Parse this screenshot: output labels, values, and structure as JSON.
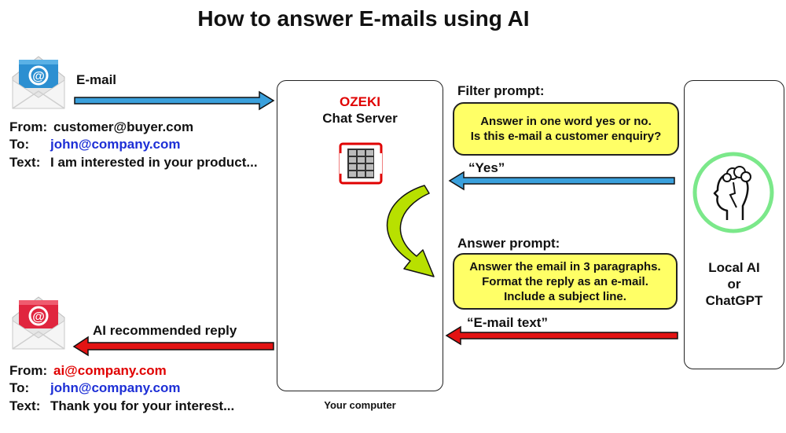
{
  "title": "How to answer E-mails using AI",
  "incoming": {
    "icon": "email-envelope-blue-icon",
    "label": "E-mail",
    "from_label": "From:",
    "from_value": "customer@buyer.com",
    "to_label": "To:",
    "to_value": "john@company.com",
    "text_label": "Text:",
    "text_value": "I am interested in your product..."
  },
  "outgoing": {
    "icon": "email-envelope-red-icon",
    "label": "AI recommended reply",
    "from_label": "From:",
    "from_value": "ai@company.com",
    "to_label": "To:",
    "to_value": "john@company.com",
    "text_label": "Text:",
    "text_value": "Thank you for your interest..."
  },
  "server": {
    "brand": "OZEKI",
    "name": "Chat Server",
    "caption": "Your computer",
    "icon": "phone-keypad-icon"
  },
  "filter": {
    "header": "Filter prompt:",
    "lines": [
      "Answer in one word yes or no.",
      "Is this e-mail a customer enquiry?"
    ],
    "response": "“Yes”"
  },
  "answer": {
    "header": "Answer prompt:",
    "lines": [
      "Answer the email in 3 paragraphs.",
      "Format the reply as an e-mail.",
      "Include a subject line."
    ],
    "response": "“E-mail text”"
  },
  "ai": {
    "icon": "ai-head-icon",
    "lines": [
      "Local AI",
      "or",
      "ChatGPT"
    ]
  },
  "colors": {
    "blue_arrow": "#3aa0dc",
    "red_arrow": "#e31313",
    "green_arrow": "#b8e000",
    "bubble": "#ffff66",
    "brand_red": "#e00000",
    "link_blue": "#1d2fd6",
    "ai_ring": "#7be88a"
  }
}
